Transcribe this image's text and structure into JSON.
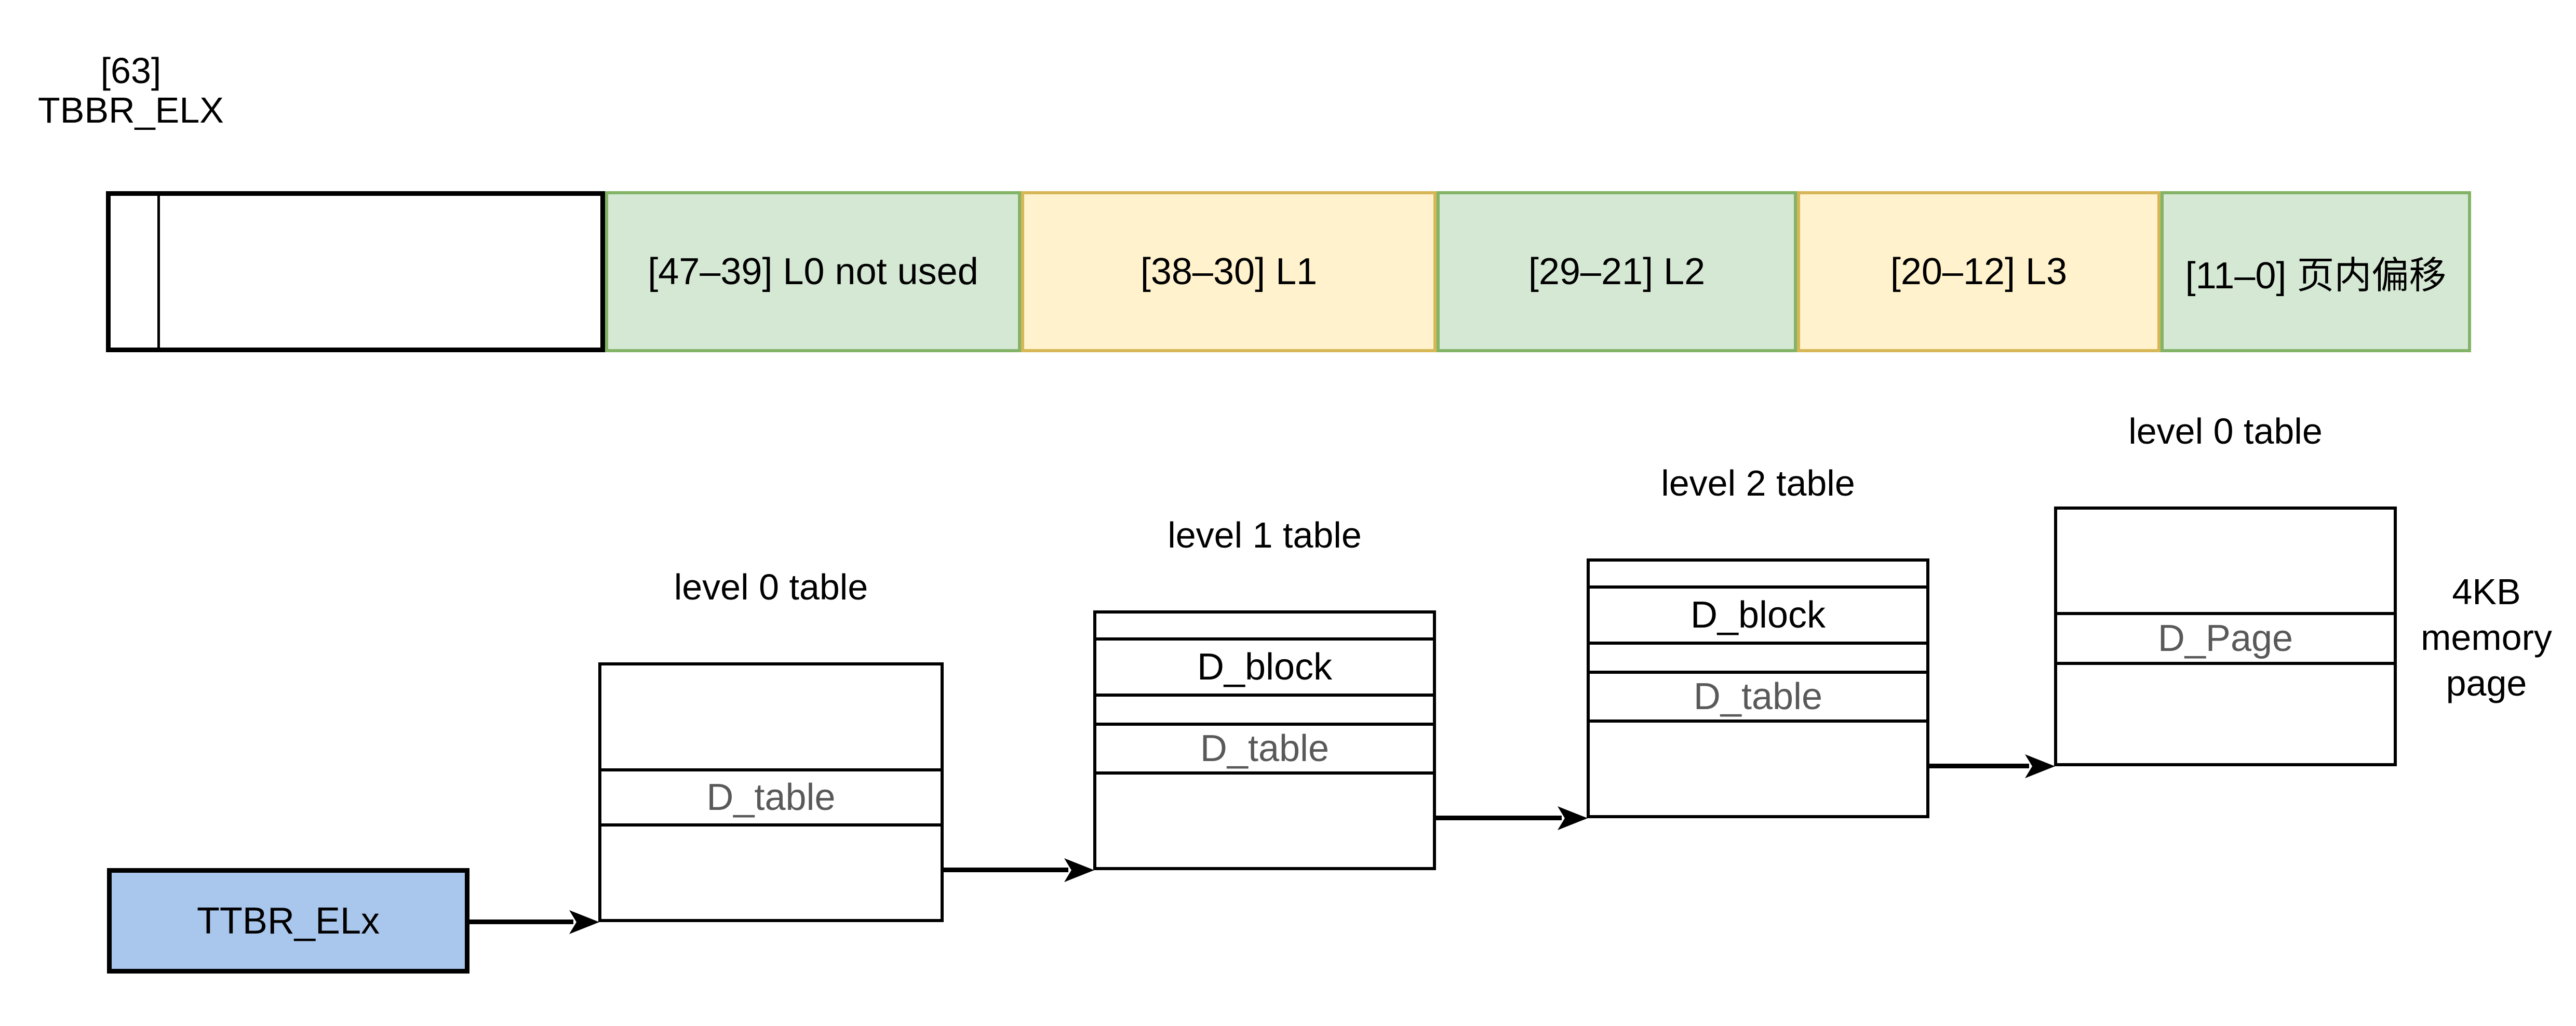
{
  "header": {
    "bit_label": "[63]",
    "register_label": "TBBR_ELX"
  },
  "address_bar": {
    "segments": [
      {
        "id": "bit63",
        "label": ""
      },
      {
        "id": "unused",
        "label": ""
      },
      {
        "id": "l0",
        "label": "[47–39] L0 not used"
      },
      {
        "id": "l1",
        "label": "[38–30] L1"
      },
      {
        "id": "l2",
        "label": "[29–21] L2"
      },
      {
        "id": "l3",
        "label": "[20–12] L3"
      },
      {
        "id": "offset",
        "label": "[11–0] 页内偏移"
      }
    ]
  },
  "ttbr_box": {
    "label": "TTBR_ELx"
  },
  "tables": {
    "level0": {
      "title": "level 0 table",
      "table_entry": "D_table"
    },
    "level1": {
      "title": "level 1 table",
      "block_entry": "D_block",
      "table_entry": "D_table"
    },
    "level2": {
      "title": "level 2 table",
      "block_entry": "D_block",
      "table_entry": "D_table"
    },
    "level3": {
      "title": "level 0 table",
      "page_entry": "D_Page"
    }
  },
  "memory_page_note": "4KB\nmemory\npage",
  "colors": {
    "green_fill": "#d5e8d4",
    "green_border": "#82b366",
    "yellow_fill": "#fff2cc",
    "yellow_border": "#d6b656",
    "blue_fill": "#a9c6ec",
    "muted_text": "#595959",
    "line": "#000000"
  }
}
